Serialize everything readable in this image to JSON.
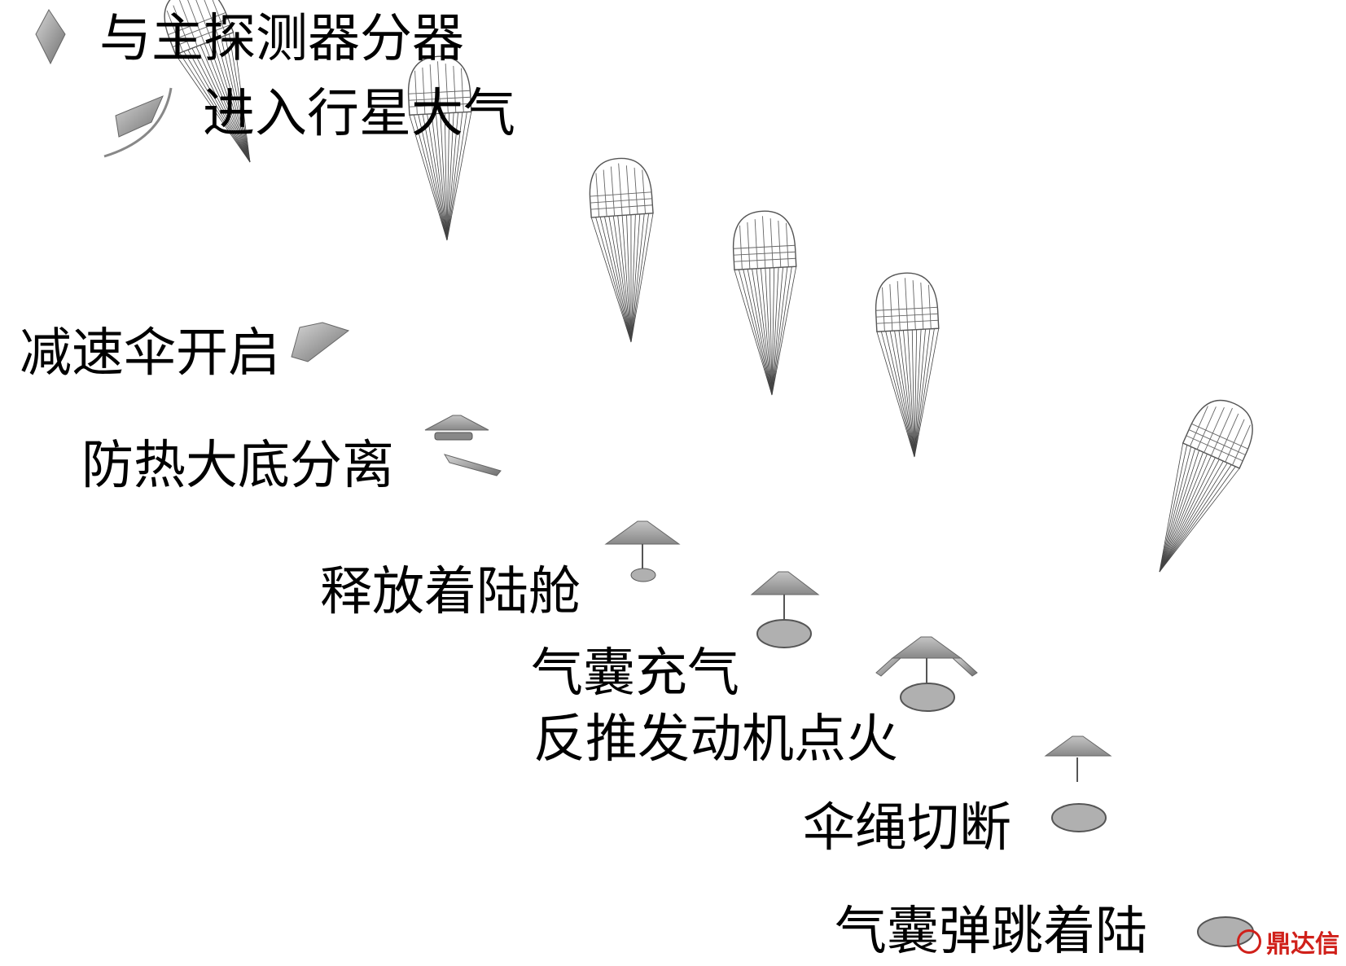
{
  "stages": [
    {
      "label": "与主探测器分器"
    },
    {
      "label": "进入行星大气"
    },
    {
      "label": "减速伞开启"
    },
    {
      "label": "防热大底分离"
    },
    {
      "label": "释放着陆舱"
    },
    {
      "label": "气囊充气"
    },
    {
      "label": "反推发动机点火"
    },
    {
      "label": "伞绳切断"
    },
    {
      "label": "气囊弹跳着陆"
    }
  ],
  "watermark": {
    "text": "鼎达信"
  },
  "colors": {
    "shape_fill": "#9a9a9a",
    "line": "#555555",
    "watermark": "#d0201a"
  }
}
